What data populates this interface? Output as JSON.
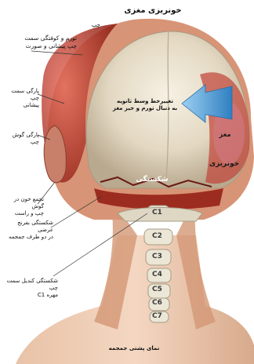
{
  "title": "خونریزی مغزی",
  "corner_label": "چپ",
  "labels": {
    "swelling": "تورم و کوفتگی سمت\nچپ پیشانی و صورت",
    "left_forehead_tear": "پارگی سمت چپ\nپیشانی",
    "left_ear_tear": "پارگی گوش چپ",
    "ear_blood": "تجمع خون در گوش\nچپ و راست",
    "transverse_fracture": "شکستگی بفرنج عرضی\nدر دو طرف جمجمه",
    "condyle_fracture": "شکستگی کندیل سمت چپ\nمهره C1",
    "midline_shift": "تغییرخط وسط ثانویه\nبه دنبال تورم و خیز مغز",
    "brain": "مغز",
    "hemorrhage": "خونریزی",
    "fracture": "شکستگی",
    "bottom": "نمای پشتی جمجمه"
  },
  "vertebrae": [
    "C1",
    "C2",
    "C3",
    "C4",
    "C5",
    "C6",
    "C7"
  ],
  "colors": {
    "skull": "#c8c6b8",
    "hemorrhage": "#c0392b",
    "arrow": "#5aa0d8",
    "skin": "#f2c9a8",
    "neck_muscle": "#d49a7c"
  }
}
